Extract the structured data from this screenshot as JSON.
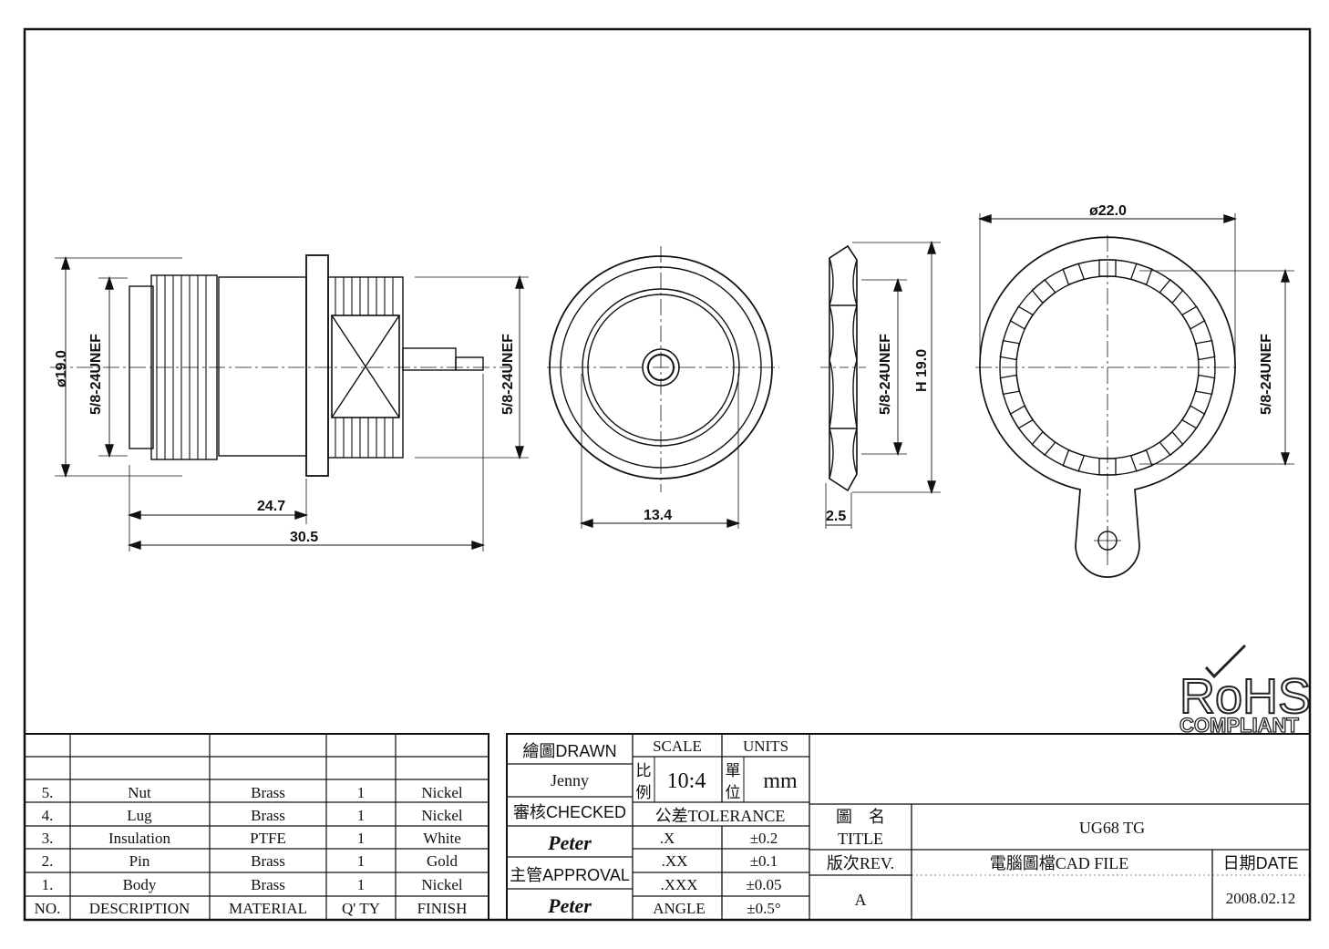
{
  "dimensions": {
    "side_dia": "ø19.0",
    "side_thread_left": "5/8-24UNEF",
    "side_thread_right": "5/8-24UNEF",
    "len_247": "24.7",
    "len_305": "30.5",
    "front_dia": "13.4",
    "nut_thread": "5/8-24UNEF",
    "nut_height": "H 19.0",
    "nut_thick": "2.5",
    "lug_dia": "ø22.0",
    "lug_thread": "5/8-24UNEF"
  },
  "rohs": {
    "main": "RoHS",
    "sub": "COMPLIANT"
  },
  "bom": {
    "headers": [
      "NO.",
      "DESCRIPTION",
      "MATERIAL",
      "Q' TY",
      "FINISH"
    ],
    "rows": [
      [
        "5.",
        "Nut",
        "Brass",
        "1",
        "Nickel"
      ],
      [
        "4.",
        "Lug",
        "Brass",
        "1",
        "Nickel"
      ],
      [
        "3.",
        "Insulation",
        "PTFE",
        "1",
        "White"
      ],
      [
        "2.",
        "Pin",
        "Brass",
        "1",
        "Gold"
      ],
      [
        "1.",
        "Body",
        "Brass",
        "1",
        "Nickel"
      ]
    ]
  },
  "title_block": {
    "drawn_label": "繪圖DRAWN",
    "drawn_by": "Jenny",
    "checked_label": "審核CHECKED",
    "checked_by": "Peter",
    "approval_label": "主管APPROVAL",
    "approval_by": "Peter",
    "scale_label": "SCALE",
    "scale_cn1": "比",
    "scale_cn2": "例",
    "scale_value": "10:4",
    "units_label": "UNITS",
    "units_cn1": "單",
    "units_cn2": "位",
    "units_value": "mm",
    "tolerance_label": "公差TOLERANCE",
    "tolerances": [
      [
        ".X",
        "±0.2"
      ],
      [
        ".XX",
        "±0.1"
      ],
      [
        ".XXX",
        "±0.05"
      ],
      [
        "ANGLE",
        "±0.5°"
      ]
    ],
    "title_cn": "圖　名",
    "title_label": "TITLE",
    "title_value": "UG68 TG",
    "rev_label": "版次REV.",
    "rev_value": "A",
    "cad_label": "電腦圖檔CAD FILE",
    "date_label": "日期DATE",
    "date_value": "2008.02.12"
  }
}
